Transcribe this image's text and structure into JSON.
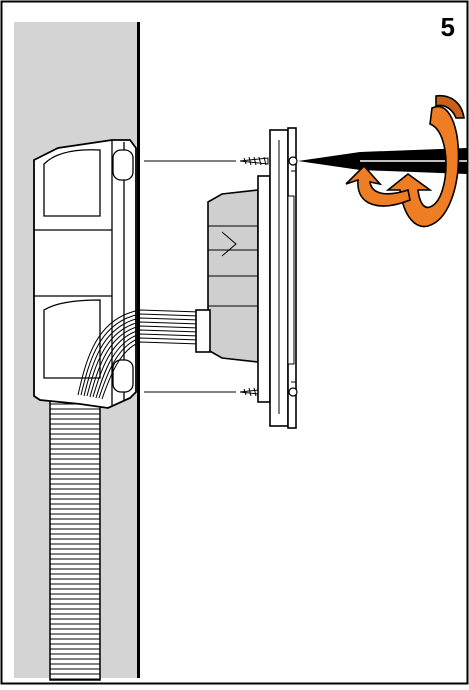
{
  "step": {
    "number": "5"
  },
  "colors": {
    "wall": "#d4d4d4",
    "outline": "#000000",
    "part_fill": "#ffffff",
    "gland_fill": "#cfcfcf",
    "arrow_orange": "#ef7d23",
    "arrow_orange_dark": "#c9601a"
  },
  "parts": {
    "wall_box": "flush-mount-box",
    "conduit": "corrugated-conduit",
    "wiring": "cable-bundle",
    "device": "panel-module",
    "fixings": [
      "screw-top",
      "screw-bottom"
    ],
    "tool": "screwdriver",
    "rotation": "clockwise-rotation-arrow"
  }
}
